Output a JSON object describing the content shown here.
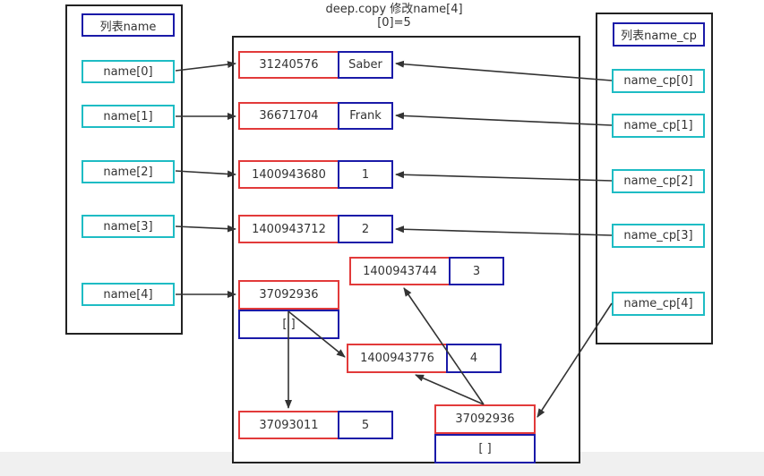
{
  "title": {
    "line1": "deep.copy  修改name[4]",
    "line2": "[0]=5"
  },
  "left_list": {
    "header": "列表name",
    "items": [
      "name[0]",
      "name[1]",
      "name[2]",
      "name[3]",
      "name[4]"
    ]
  },
  "right_list": {
    "header": "列表name_cp",
    "items": [
      "name_cp[0]",
      "name_cp[1]",
      "name_cp[2]",
      "name_cp[3]",
      "name_cp[4]"
    ]
  },
  "memory": {
    "saber": {
      "addr": "31240576",
      "value": "Saber"
    },
    "frank": {
      "addr": "36671704",
      "value": "Frank"
    },
    "one": {
      "addr": "1400943680",
      "value": "1"
    },
    "two": {
      "addr": "1400943712",
      "value": "2"
    },
    "three": {
      "addr": "1400943744",
      "value": "3"
    },
    "four": {
      "addr": "1400943776",
      "value": "4"
    },
    "five": {
      "addr": "37093011",
      "value": "5"
    },
    "list_orig": {
      "addr": "37092936",
      "value": "[ ]"
    },
    "list_copy": {
      "addr": "37092936",
      "value": "[  ]"
    }
  },
  "colors": {
    "name_box": "#1ebcc4",
    "address_box": "#e23a3a",
    "value_box": "#1a1aa8",
    "arrow": "#333333",
    "panel_border": "#222222"
  }
}
